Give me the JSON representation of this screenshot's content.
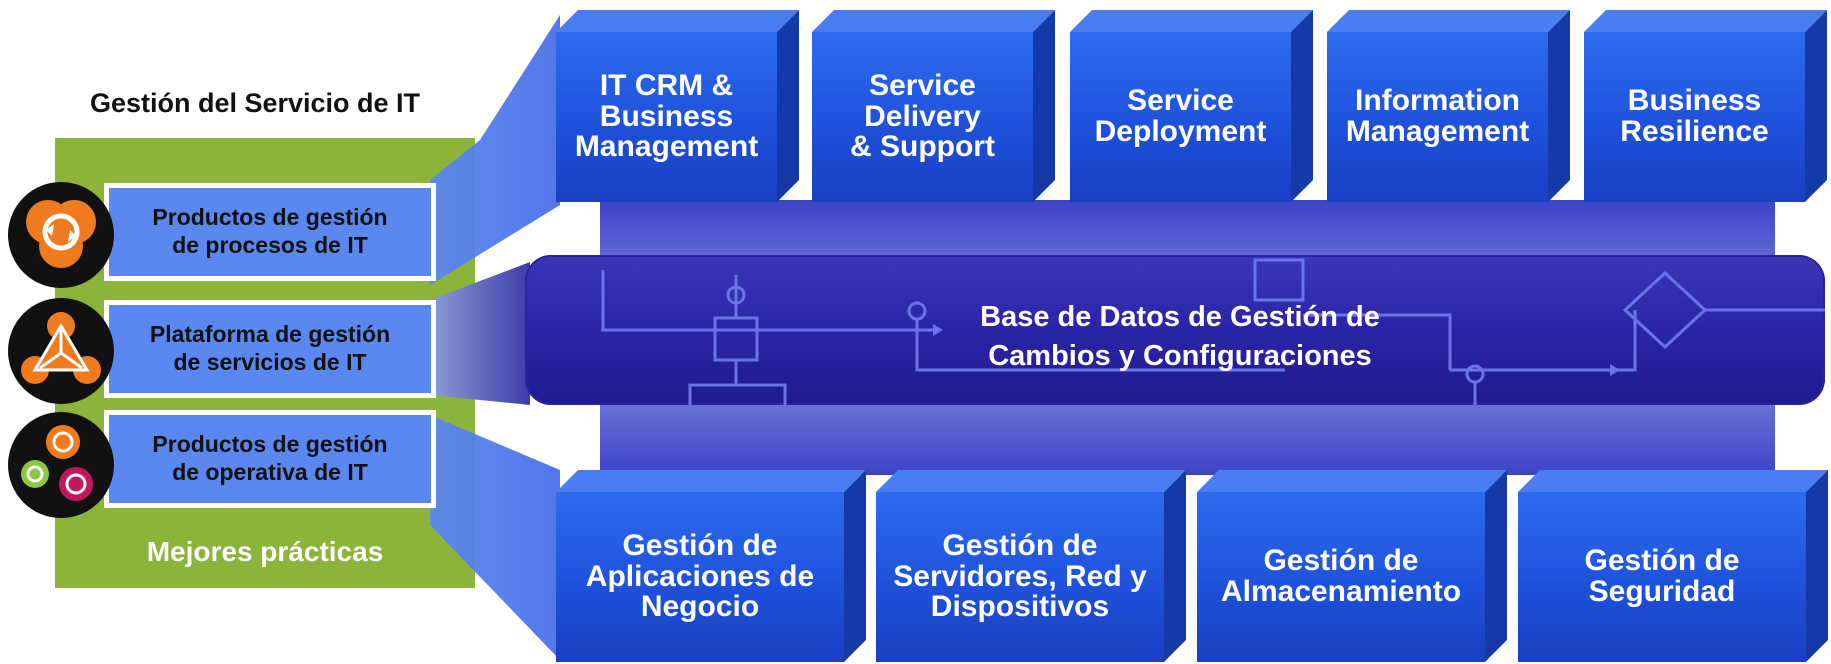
{
  "left_panel": {
    "title": "Gestión del Servicio de IT",
    "items": [
      {
        "label": "Productos de gestión\nde procesos de IT",
        "icon": "process-cycle-icon"
      },
      {
        "label": "Plataforma de gestión\nde servicios de IT",
        "icon": "triangle-network-icon"
      },
      {
        "label": "Productos de gestión\nde operativa de IT",
        "icon": "operations-cycle-icon"
      }
    ],
    "footer": "Mejores prácticas"
  },
  "top_blocks": [
    {
      "label": "IT CRM &\nBusiness\nManagement"
    },
    {
      "label": "Service\nDelivery\n& Support"
    },
    {
      "label": "Service\nDeployment"
    },
    {
      "label": "Information\nManagement"
    },
    {
      "label": "Business\nResilience"
    }
  ],
  "database": {
    "label": "Base de Datos de Gestión de\nCambios y Configuraciones"
  },
  "bottom_blocks": [
    {
      "label": "Gestión de\nAplicaciones de\nNegocio"
    },
    {
      "label": "Gestión de\nServidores, Red y\nDispositivos"
    },
    {
      "label": "Gestión de\nAlmacenamiento"
    },
    {
      "label": "Gestión de\nSeguridad"
    }
  ],
  "colors": {
    "green_panel": "#8db43a",
    "light_blue": "#5a88f0",
    "block_blue": "#2d6cf0",
    "db_purple": "#2c26a8",
    "icon_orange": "#f07a1e",
    "icon_green": "#8dc63f",
    "icon_magenta": "#c2185b"
  }
}
